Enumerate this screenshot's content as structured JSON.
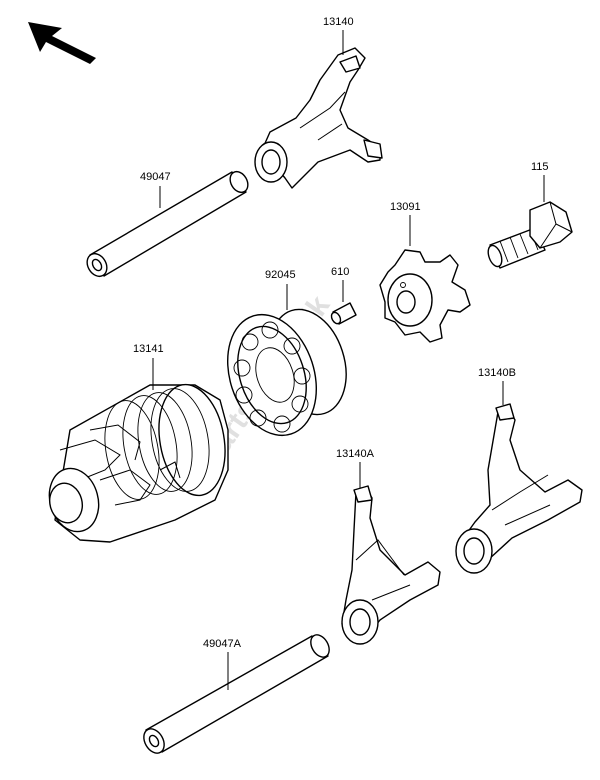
{
  "labels": {
    "p13140": "13140",
    "p49047": "49047",
    "p115": "115",
    "p13091": "13091",
    "p92045": "92045",
    "p610": "610",
    "p13141": "13141",
    "p13140B": "13140B",
    "p13140A": "13140A",
    "p49047A": "49047A"
  },
  "watermark": "PartsRepublik"
}
